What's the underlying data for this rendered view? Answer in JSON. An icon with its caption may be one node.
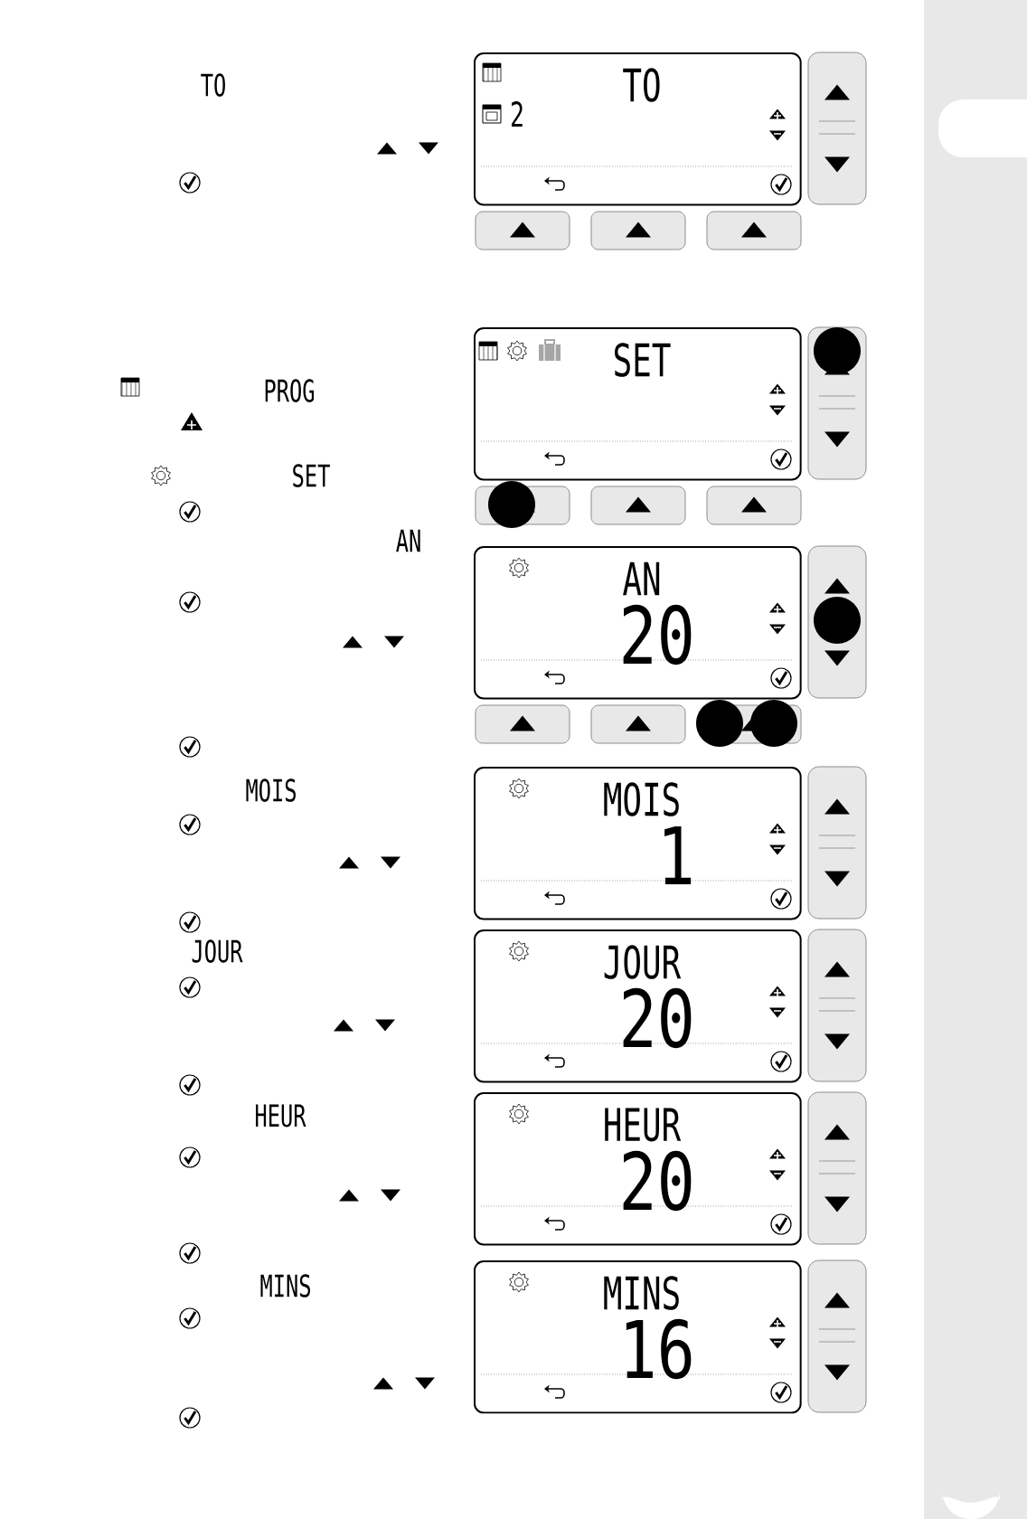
{
  "diagram": {
    "nodes": [
      {
        "text": [
          "TO",
          "2"
        ]
      },
      {
        "text": [
          "SET"
        ]
      },
      {
        "text": [
          "AN",
          "20"
        ]
      },
      {
        "text": [
          "MOIS",
          "1"
        ]
      },
      {
        "text": [
          "JOUR",
          "20"
        ]
      },
      {
        "text": [
          "HEUR",
          "20"
        ]
      },
      {
        "text": [
          "MINS",
          "16"
        ]
      }
    ],
    "labels": [
      "TO",
      "PROG",
      "SET",
      "AN",
      "MOIS",
      "JOUR",
      "HEUR",
      "MINS"
    ]
  }
}
